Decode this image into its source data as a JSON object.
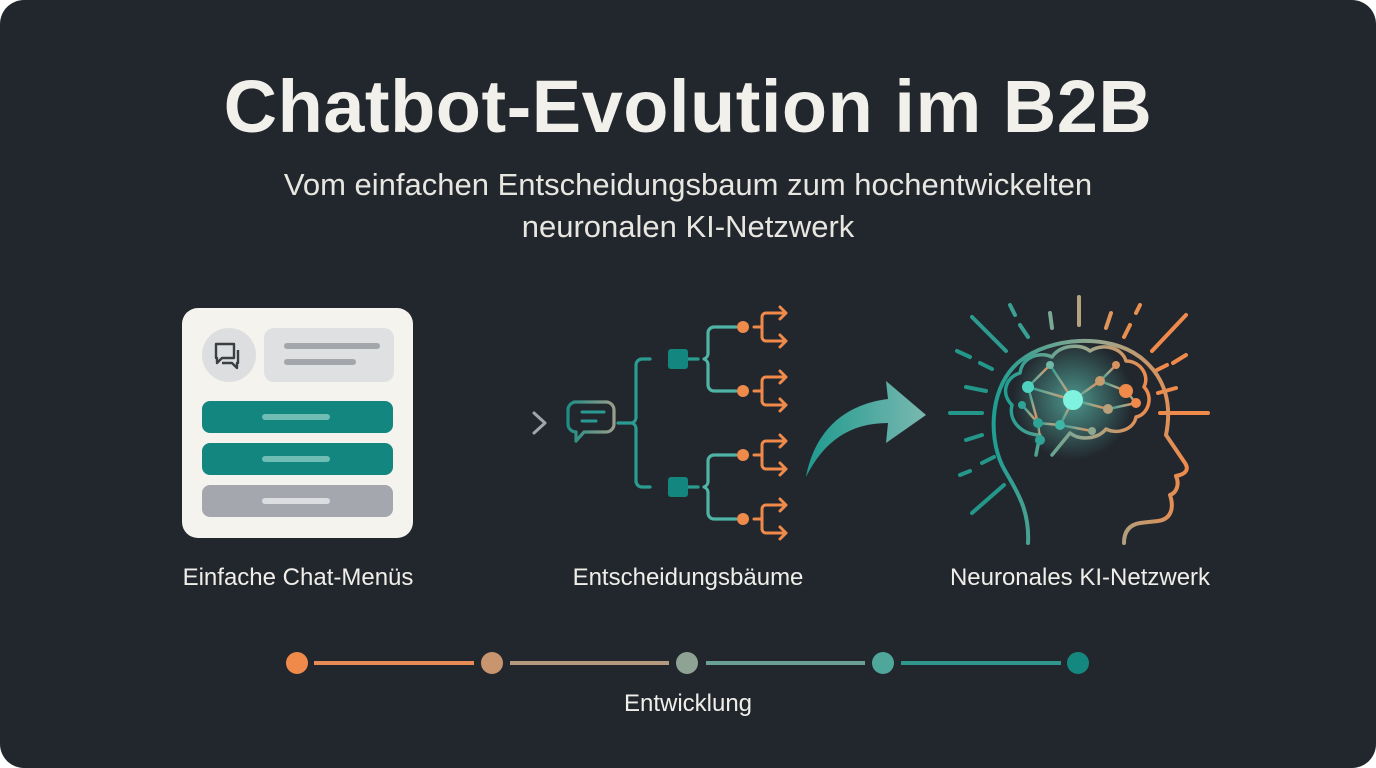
{
  "header": {
    "title": "Chatbot-Evolution im B2B",
    "subtitle_line1": "Vom einfachen Entscheidungsbaum zum hochentwickelten",
    "subtitle_line2": "neuronalen KI-Netzwerk"
  },
  "stages": [
    {
      "label": "Einfache Chat-Menüs",
      "icon": "chat-menu-card-icon"
    },
    {
      "label": "Entscheidungsbäume",
      "icon": "decision-tree-icon"
    },
    {
      "label": "Neuronales KI-Netzwerk",
      "icon": "ai-brain-head-icon"
    }
  ],
  "timeline": {
    "label": "Entwicklung",
    "dots": 5,
    "colors": [
      "#f08a4b",
      "#c9956e",
      "#8fa394",
      "#4fa79c",
      "#14877f"
    ]
  },
  "colors": {
    "background": "#22272e",
    "teal": "#13877f",
    "teal_light": "#4fb3a6",
    "orange": "#f08a4b",
    "text": "#f2f0ea"
  }
}
